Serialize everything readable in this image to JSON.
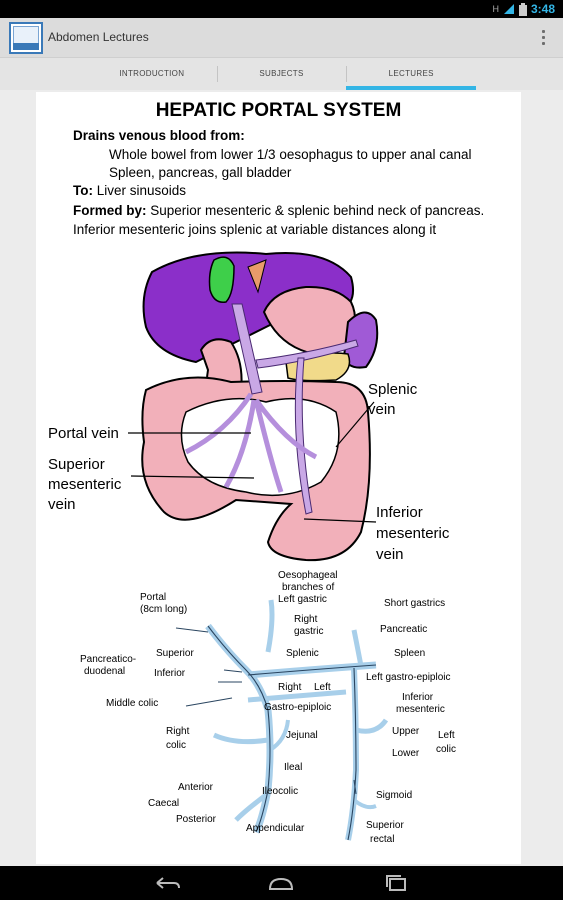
{
  "status_bar": {
    "time": "3:48",
    "signal_label": "H"
  },
  "app": {
    "title": "Abdomen Lectures"
  },
  "tabs": [
    {
      "label": "INTRODUCTION"
    },
    {
      "label": "SUBJECTS"
    },
    {
      "label": "LECTURES",
      "active": true
    }
  ],
  "slide": {
    "title": "HEPATIC PORTAL SYSTEM",
    "drains_label": "Drains venous blood from:",
    "drains_line1": "Whole bowel from lower 1/3 oesophagus to upper anal canal",
    "drains_line2": "Spleen, pancreas, gall bladder",
    "to_label": "To:",
    "to_value": " Liver sinusoids",
    "formed_label": "Formed by:",
    "formed_value": " Superior mesenteric & splenic behind neck of pancreas.",
    "formed_line2": "Inferior mesenteric joins splenic at variable distances along it"
  },
  "illustration": {
    "portal_vein": "Portal vein",
    "superior_mesenteric": [
      "Superior",
      "mesenteric",
      "vein"
    ],
    "splenic_vein": [
      "Splenic",
      "vein"
    ],
    "inferior_mesenteric": [
      "Inferior",
      "mesenteric",
      "vein"
    ]
  },
  "diagram": {
    "portal": [
      "Portal",
      "(8cm long)"
    ],
    "oesophageal": [
      "Oesophageal",
      "branches of",
      "Left gastric"
    ],
    "right_gastric": [
      "Right",
      "gastric"
    ],
    "short_gastrics": "Short gastrics",
    "pancreatic": "Pancreatic",
    "pancreatico": [
      "Pancreatico-",
      "duodenal"
    ],
    "superior": "Superior",
    "inferior": "Inferior",
    "splenic": "Splenic",
    "spleen": "Spleen",
    "right": "Right",
    "left": "Left",
    "left_gastro": "Left gastro-epiploic",
    "middle_colic": "Middle colic",
    "gastro_epiploic": "Gastro-epiploic",
    "inferior_mesenteric": [
      "Inferior",
      "mesenteric"
    ],
    "right_colic": [
      "Right",
      "colic"
    ],
    "jejunal": "Jejunal",
    "upper": "Upper",
    "lower": "Lower",
    "left_colic": [
      "Left",
      "colic"
    ],
    "ileal": "Ileal",
    "anterior": "Anterior",
    "caecal": "Caecal",
    "posterior": "Posterior",
    "ileocolic": "Ileocolic",
    "appendicular": "Appendicular",
    "sigmoid": "Sigmoid",
    "superior_rectal": [
      "Superior",
      "rectal"
    ]
  },
  "colors": {
    "accent": "#33b5e5",
    "liver": "#8b2fc9",
    "gallbladder": "#3ecf4a",
    "intestine": "#f2b0ba",
    "veins": "#c9a8e6",
    "diagram_vessel": "#a8cfea"
  }
}
